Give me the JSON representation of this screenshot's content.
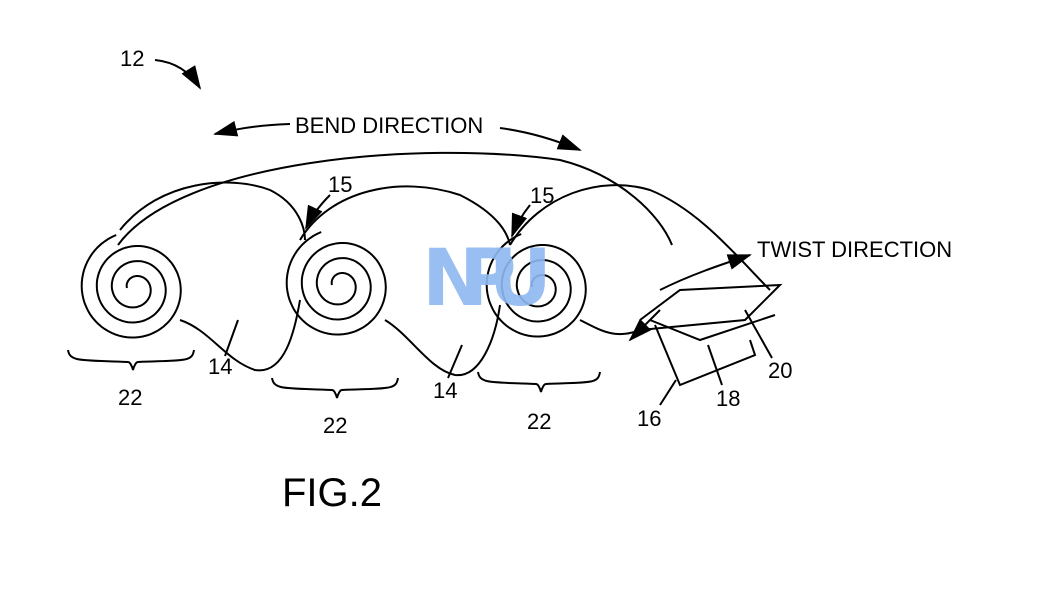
{
  "figure": {
    "title": "FIG.2",
    "watermark": "NPU",
    "labels": {
      "assembly": "12",
      "bend_direction": "BEND DIRECTION",
      "twist_direction": "TWIST DIRECTION",
      "bend_point_1": "15",
      "bend_point_2": "15",
      "section_1": "14",
      "section_2": "14",
      "coil_1": "22",
      "coil_2": "22",
      "coil_3": "22",
      "layer_1": "16",
      "layer_2": "18",
      "layer_3": "20"
    }
  }
}
